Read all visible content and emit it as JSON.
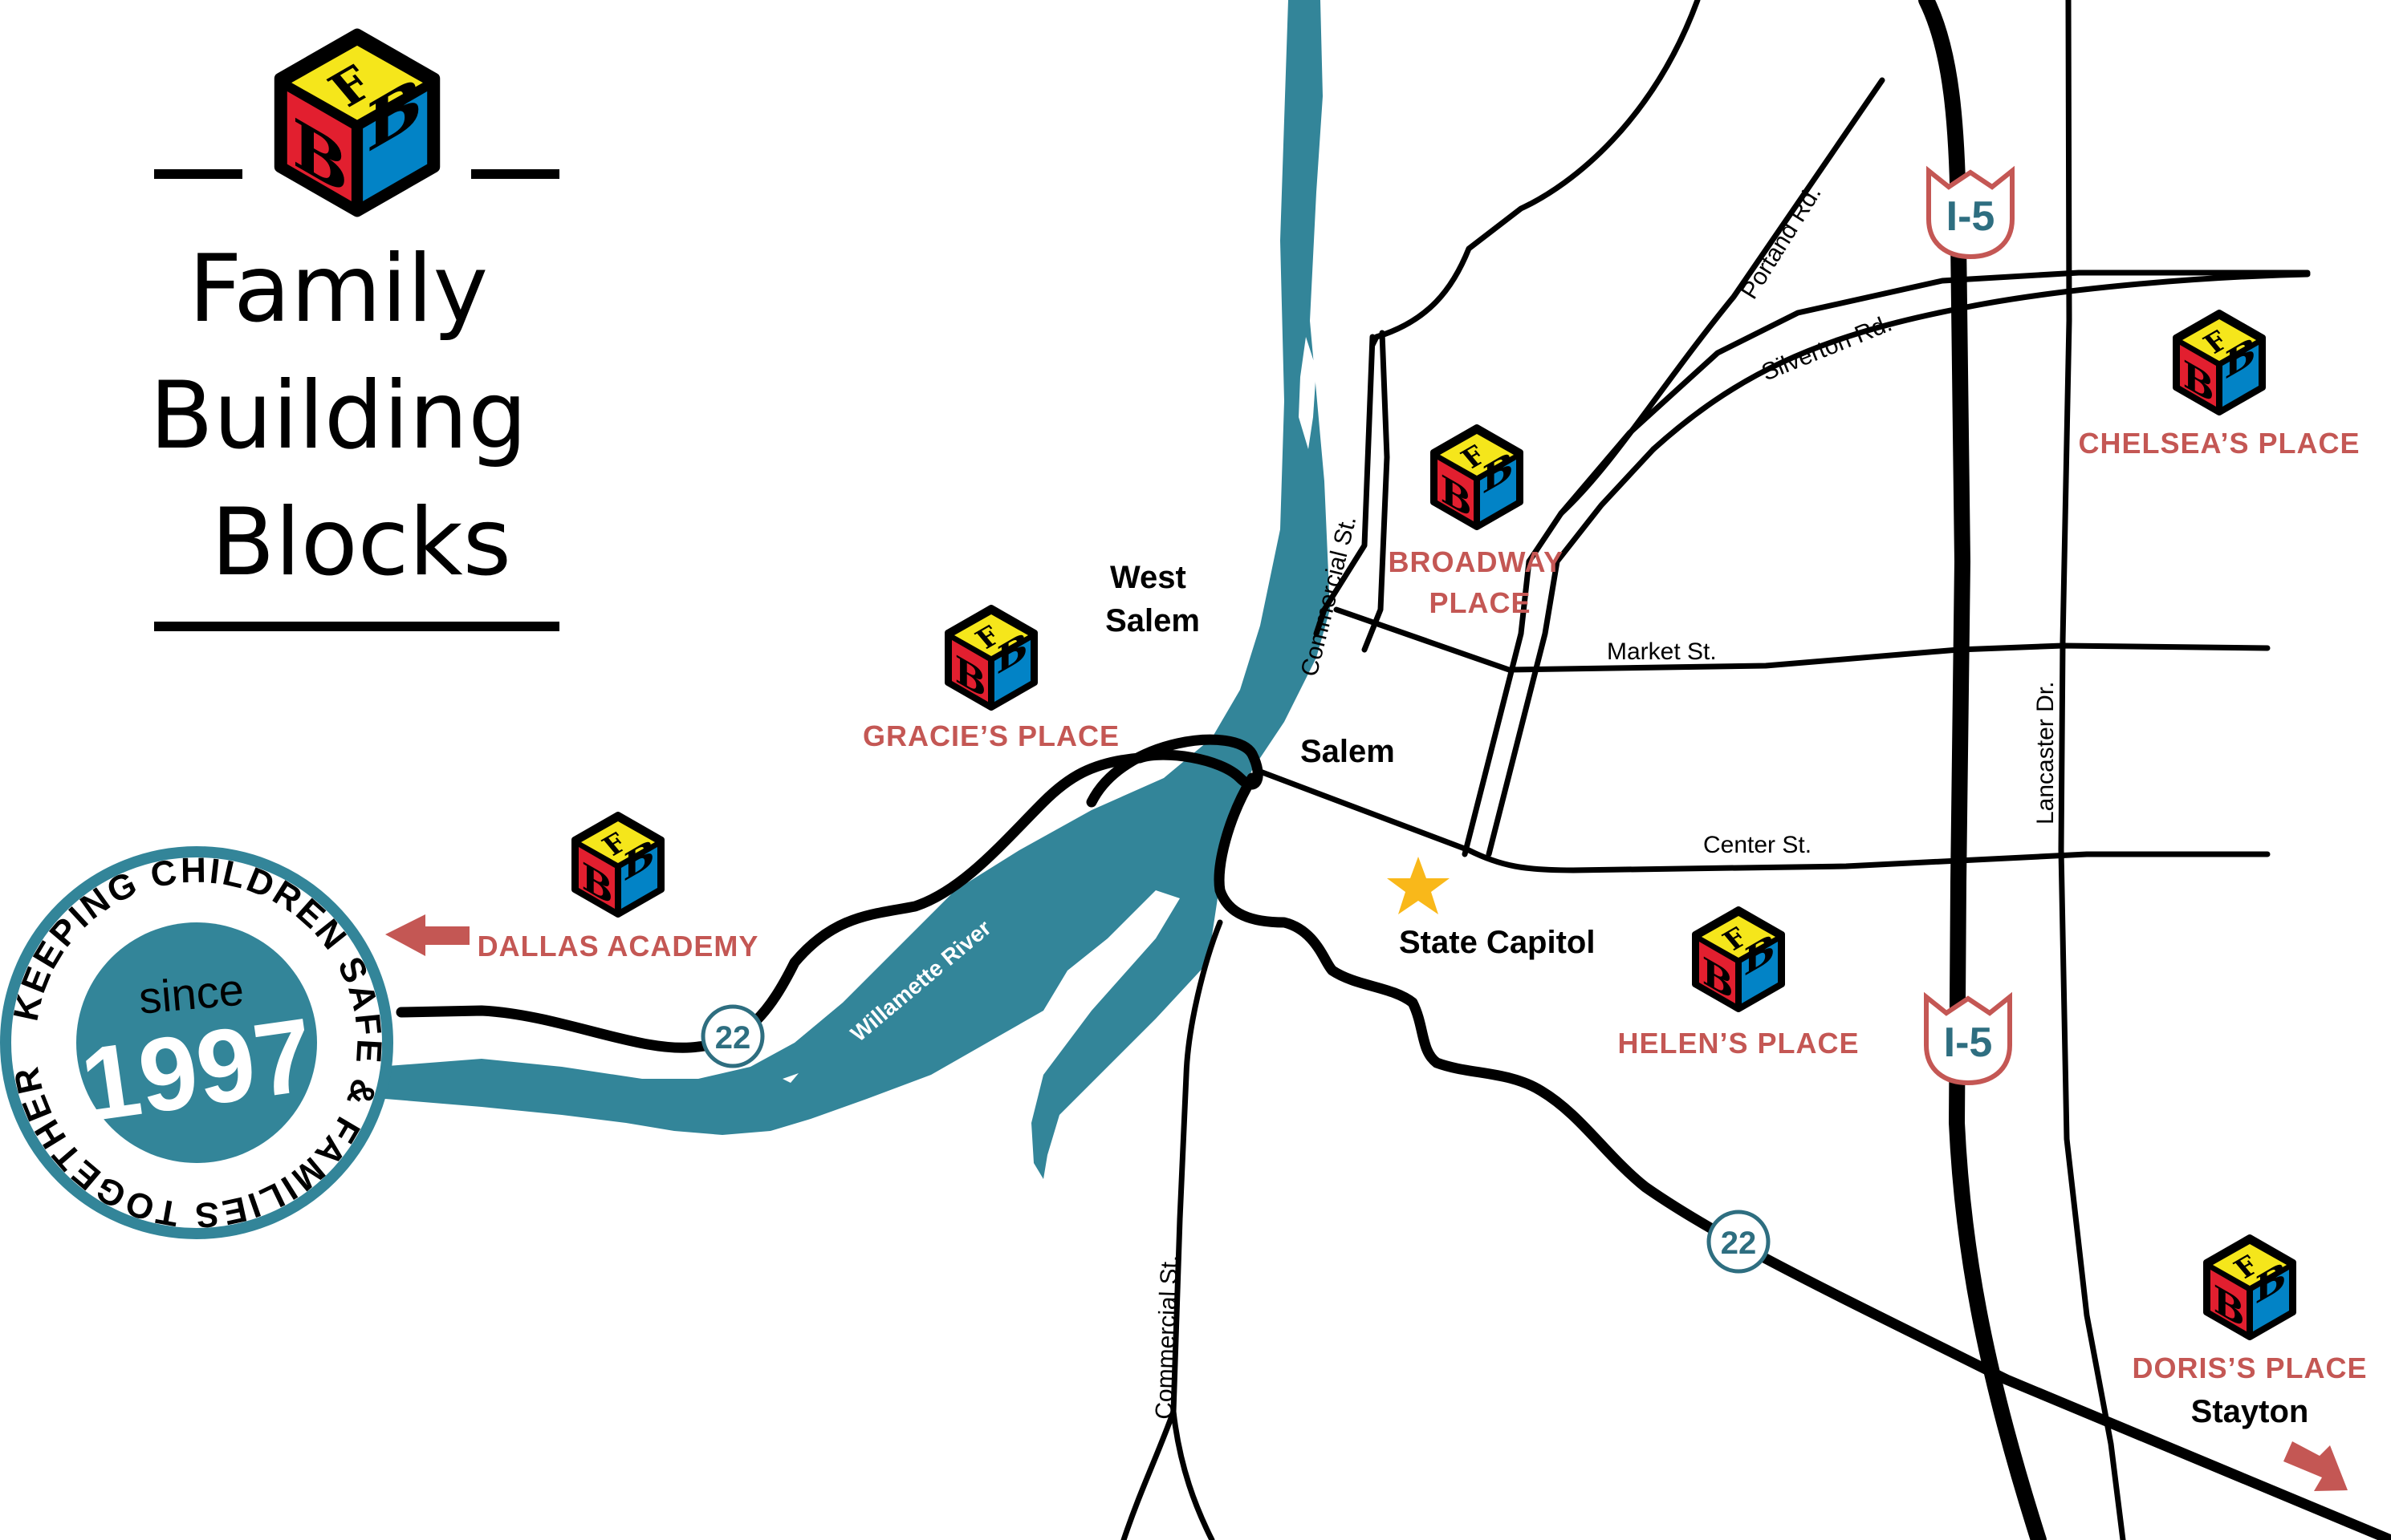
{
  "brand": {
    "name_lines": [
      "Family",
      "Building",
      "Blocks"
    ],
    "logo_letters": {
      "top": "F",
      "left": "B",
      "right": "B"
    },
    "colors": {
      "top": "#F5E61B",
      "left": "#E21F2F",
      "right": "#0283C6",
      "outline": "#000000"
    }
  },
  "badge": {
    "ring_text": "KEEPING CHILDREN SAFE & FAMILIES TOGETHER",
    "since_label": "since",
    "year": "1997",
    "color": "#338599"
  },
  "colors": {
    "place_label": "#C45754",
    "river": "#338599",
    "shield_outline": "#C45754",
    "shield_text": "#2E6E80",
    "capitol_star": "#F9B81A",
    "arrow": "#C45754"
  },
  "locations": [
    {
      "id": "dallas-academy",
      "label_lines": [
        "DALLAS ACADEMY"
      ],
      "direction_arrow": "left"
    },
    {
      "id": "gracies-place",
      "label_lines": [
        "GRACIE’S PLACE"
      ]
    },
    {
      "id": "broadway-place",
      "label_lines": [
        "BROADWAY",
        "PLACE"
      ]
    },
    {
      "id": "chelseas-place",
      "label_lines": [
        "CHELSEA’S PLACE"
      ]
    },
    {
      "id": "helens-place",
      "label_lines": [
        "HELEN’S PLACE"
      ]
    },
    {
      "id": "doriss-place",
      "label_lines": [
        "DORIS’S PLACE"
      ],
      "sub_label": "Stayton",
      "direction_arrow": "down-right"
    }
  ],
  "cities": {
    "west_salem": [
      "West",
      "Salem"
    ],
    "salem": "Salem",
    "state_capitol": "State Capitol"
  },
  "streets": {
    "commercial_north": "Commercial St.",
    "commercial_south": "Commercial St.",
    "portland_rd": "Portand Rd.",
    "silverton_rd": "Silverton Rd.",
    "market_st": "Market St.",
    "center_st": "Center St.",
    "lancaster_dr": "Lancaster Dr."
  },
  "river": {
    "name": "Willamette River"
  },
  "highways": {
    "i5_shields": [
      "I-5",
      "I-5"
    ],
    "route22_markers": [
      "22",
      "22"
    ]
  }
}
